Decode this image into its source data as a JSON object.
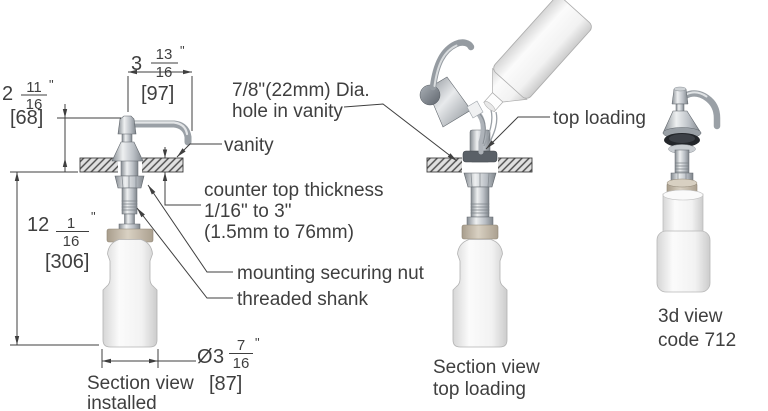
{
  "drawing": {
    "type": "technical-installation-diagram",
    "subject": "counter-mounted soap dispenser",
    "palette": {
      "line_color": "#3f3f3f",
      "metal_color": "#b9bec4",
      "collar_color": "#bdb2a1",
      "bottle_color": "#f4f4f4",
      "counter_hatch_bg": "#e2e2e2",
      "flange_black": "#23262a"
    }
  },
  "dims": {
    "head_height": {
      "whole": "2",
      "num": "11",
      "den": "16",
      "unit": "\"",
      "metric": "[68]"
    },
    "spout_reach": {
      "whole": "3",
      "num": "13",
      "den": "16",
      "unit": "\"",
      "metric": "[97]"
    },
    "below_counter": {
      "whole": "12",
      "num": "1",
      "den": "16",
      "unit": "\"",
      "metric": "[306]"
    },
    "bottle_diameter": {
      "prefix": "Ø",
      "whole": "3",
      "num": "7",
      "den": "16",
      "unit": "\"",
      "metric": "[87]"
    }
  },
  "labels": {
    "hole_note_line1": "7/8\"(22mm) Dia.",
    "hole_note_line2": "hole in vanity",
    "vanity": "vanity",
    "thickness_line1": "counter top thickness",
    "thickness_line2": "1/16\" to 3\"",
    "thickness_line3": "(1.5mm to 76mm)",
    "mounting_nut": "mounting securing nut",
    "threaded_shank": "threaded shank",
    "top_loading": "top loading"
  },
  "captions": {
    "left_line1": "Section view",
    "left_line2": "installed",
    "middle_line1": "Section view",
    "middle_line2": "top loading",
    "right_line1": "3d view",
    "right_line2": "code 712"
  }
}
